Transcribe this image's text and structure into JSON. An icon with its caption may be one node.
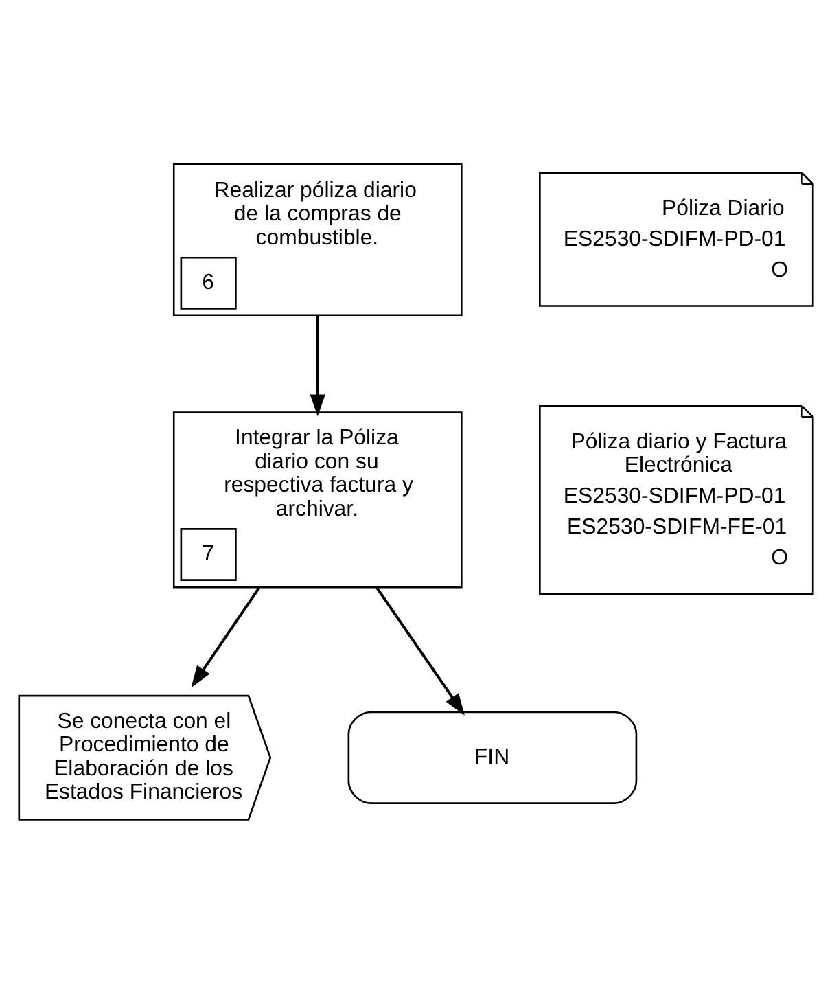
{
  "diagram": {
    "nodes": [
      {
        "text": [
          "Realizar póliza diario de la compras de combustible.",
          "6"
        ]
      },
      {
        "text": [
          "Póliza Diario",
          "ES2530-SDIFM-PD-01",
          "O"
        ]
      },
      {
        "text": [
          "Integrar la Póliza diario con su respectiva factura y archivar.",
          "7"
        ]
      },
      {
        "text": [
          "Póliza diario y Factura Electrónica",
          "ES2530-SDIFM-PD-01",
          "ES2530-SDIFM-FE-01",
          "O"
        ]
      },
      {
        "text": [
          "Se conecta con el Procedimiento de Elaboración de los Estados Financieros"
        ]
      },
      {
        "text": [
          "FIN"
        ]
      }
    ],
    "edges": [
      {
        "from": 0,
        "to": 2,
        "arrow": "to"
      },
      {
        "from": 2,
        "to": 4,
        "arrow": "to"
      },
      {
        "from": 2,
        "to": 5,
        "arrow": "to"
      }
    ]
  }
}
